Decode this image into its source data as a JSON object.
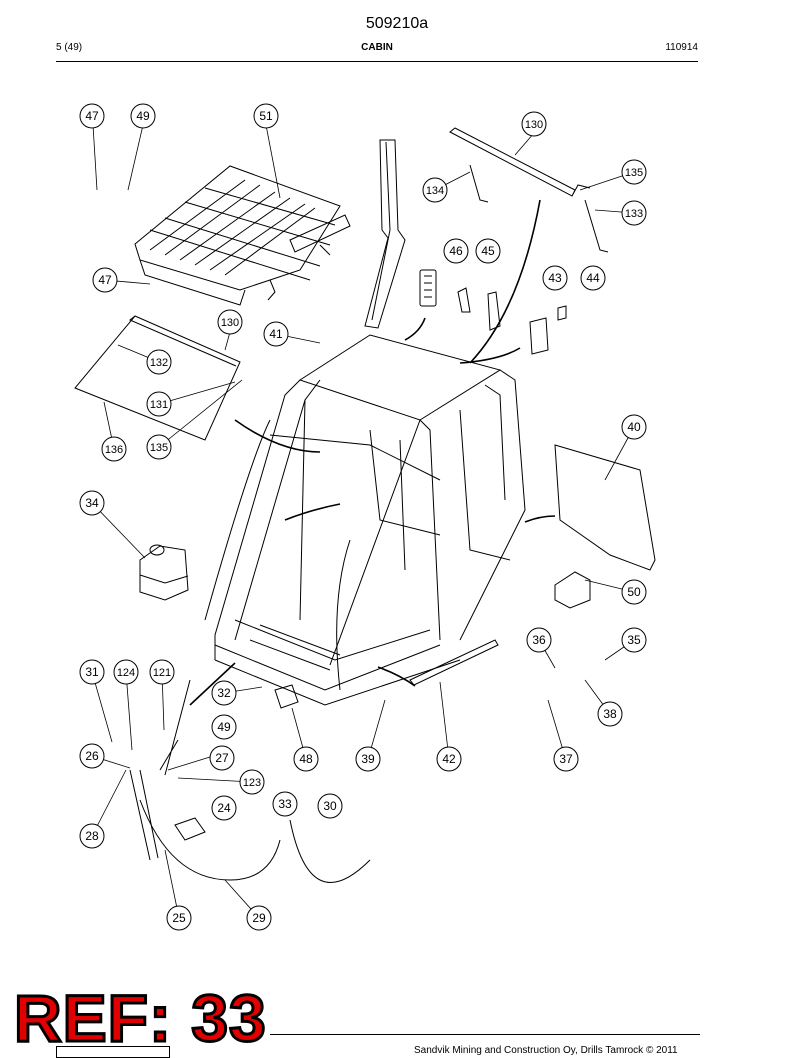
{
  "header": {
    "document_number": "509210a",
    "page": "5 (49)",
    "section": "CABIN",
    "date_code": "110914"
  },
  "callouts": [
    "47",
    "49",
    "51",
    "130",
    "134",
    "135",
    "133",
    "46",
    "45",
    "43",
    "44",
    "47",
    "130",
    "41",
    "132",
    "131",
    "136",
    "135",
    "40",
    "34",
    "50",
    "36",
    "35",
    "38",
    "37",
    "31",
    "124",
    "121",
    "32",
    "49",
    "26",
    "27",
    "123",
    "48",
    "39",
    "42",
    "24",
    "33",
    "30",
    "28",
    "25",
    "29"
  ],
  "stamp": {
    "text": "REF: 33",
    "color": "#e00000"
  },
  "footer": {
    "copyright": "Sandvik Mining and Construction Oy, Drills Tamrock © 2011"
  }
}
